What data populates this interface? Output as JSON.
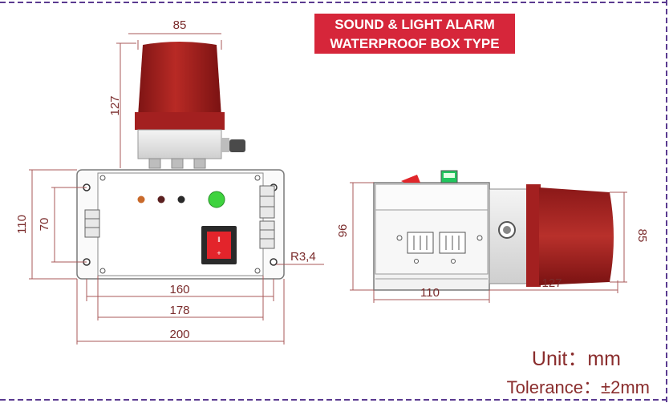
{
  "banner": {
    "line1": "SOUND & LIGHT ALARM",
    "line2": "WATERPROOF BOX TYPE"
  },
  "dims": {
    "top_width": "85",
    "beacon_height": "127",
    "front_outer_height": "110",
    "front_inner_height": "70",
    "front_inner_width": "160",
    "front_mid_width": "178",
    "front_total_width": "200",
    "hole_radius": "R3,4",
    "side_height": "96",
    "side_width": "110",
    "side_beacon_length": "127",
    "side_beacon_diameter": "85"
  },
  "units": {
    "unit": "Unit：mm",
    "tolerance": "Tolerance：±2mm"
  },
  "colors": {
    "accent": "#d6263a",
    "dim_line": "#a85a5a",
    "beacon": "#a51b1b",
    "led_green": "#3ed33e",
    "switch_red": "#e3242b"
  }
}
